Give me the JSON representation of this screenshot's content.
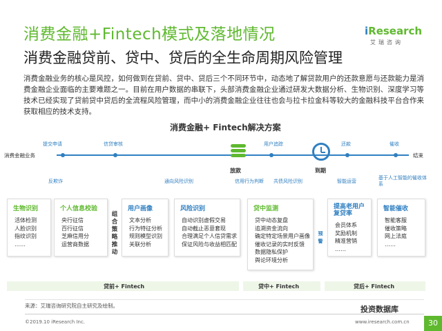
{
  "header": {
    "title": "消费金融+Fintech模式及落地情况",
    "subtitle": "消费金融贷前、贷中、贷后的全生命周期风险管理",
    "logo_word_i": "i",
    "logo_word_rest": "Research",
    "logo_cn": "艾瑞咨询"
  },
  "paragraph": "消费金融业务的核心是风控，如何做到在贷前、贷中、贷后三个不同环节中，动态地了解贷款用户的还款意愿与还款能力是消费金融企业面临的主要难题之一。目前在用户数据的串联下，头部消费金融企业通过研发大数据分析、生物识别、深度学习等技术已经实现了贷前贷中贷后的全流程风险管理，而中小的消费金融企业往往也会与拉卡拉金科等较大的金融科技平台合作来获取相应的技术支持。",
  "diagram": {
    "title": "消费金融+ Fintech解决方案",
    "timeline": {
      "start_label": "消费金融业务",
      "end_label": "结束",
      "tags": [
        "提交申请",
        "信贷审核",
        "用户追踪",
        "还款",
        "催收"
      ],
      "sub_tags": [
        "反欺诈",
        "通向风险识别",
        "信用行为判断",
        "共债风险识别",
        "智能运营",
        "基于人工智能的催收体系"
      ],
      "lend_label": "放款",
      "due_label": "到期"
    },
    "cards": [
      {
        "title": "生物识别",
        "items": [
          "活体检测",
          "人脸识别",
          "指纹识别",
          "……"
        ]
      },
      {
        "title": "个人信息校验",
        "items": [
          "央行征信",
          "百行征信",
          "芝麻信用分",
          "运营商数据"
        ]
      },
      {
        "title": "用户画像",
        "items": [
          "文本分析",
          "行为特征分析",
          "规则模型识别",
          "关联分析"
        ]
      },
      {
        "title": "风险识别",
        "items": [
          "自动识别虚假交易",
          "自动截止恶意套现",
          "合理满足个人信贷需求",
          "保证风险与收益相匹配"
        ]
      },
      {
        "title": "贷中监测",
        "items": [
          "贷中动态复盘",
          "追溯资金流向",
          "确定特定场景用户画像",
          "催收记录的实时反馈",
          "数据隐私保护",
          "舆论环境分析"
        ]
      },
      {
        "title": "提高老用户复贷率",
        "items": [
          "会员体系",
          "奖励机制",
          "精准营销",
          "……"
        ]
      },
      {
        "title": "智能催收",
        "items": [
          "智能客服",
          "催收策略",
          "网上法庭",
          "……"
        ]
      }
    ],
    "vertical_labels": [
      "组合策略推动",
      "预警"
    ],
    "phases": [
      "贷前+ Fintech",
      "贷中+ Fintech",
      "贷后+ Fintech"
    ]
  },
  "footer": {
    "source": "来源：艾瑞咨询研究院自主研究及绘制。",
    "copyright": "©2019.10 iResearch Inc.",
    "website": "www.iresearch.com.cn",
    "page": "30",
    "watermark": "投资数据库"
  },
  "colors": {
    "green": "#5fb92f",
    "blue": "#2f7fc1"
  }
}
